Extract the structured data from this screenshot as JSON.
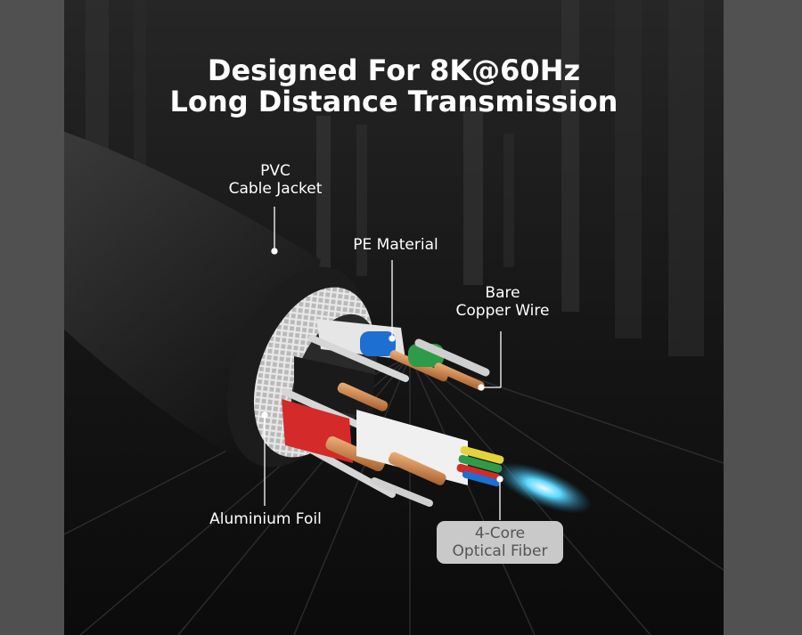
{
  "headline": {
    "line1": "Designed For 8K@60Hz",
    "line2": "Long Distance Transmission"
  },
  "callouts": {
    "jacket": {
      "line1": "PVC",
      "line2": "Cable Jacket"
    },
    "pe": {
      "line1": "PE Material"
    },
    "copper": {
      "line1": "Bare",
      "line2": "Copper Wire"
    },
    "foil": {
      "line1": "Aluminium Foil"
    },
    "fiber": {
      "line1": "4-Core",
      "line2": "Optical Fiber"
    }
  },
  "colors": {
    "background": "#141414",
    "jacket": "#2b2b2b",
    "copper": "#c8804d",
    "fiber_glow": "#5fd8ff",
    "red_wire": "#d42a2a",
    "blue_wire": "#1d6fd1",
    "green_wire": "#2e9b48",
    "yellow_wire": "#e4d23a",
    "label_box": "#c9c9c9"
  }
}
